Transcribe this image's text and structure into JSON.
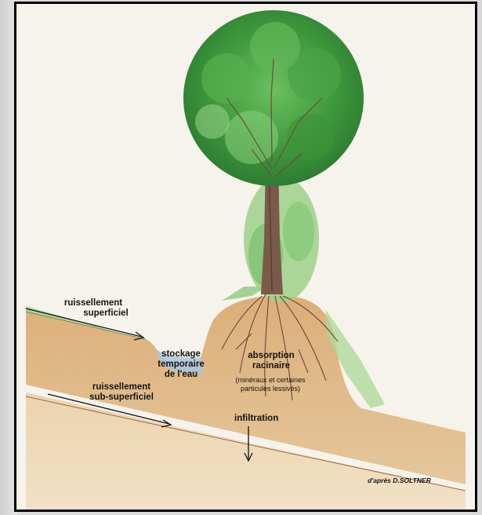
{
  "labels": {
    "ruissellement_superficiel_l1": "ruissellement",
    "ruissellement_superficiel_l2": "superficiel",
    "stockage_l1": "stockage",
    "stockage_l2": "temporaire",
    "stockage_l3": "de l'eau",
    "absorption_l1": "absorption",
    "absorption_l2": "racinaire",
    "absorption_note_l1": "(minéraux et certaines",
    "absorption_note_l2": "particules lessivés)",
    "ruissellement_sub_l1": "ruissellement",
    "ruissellement_sub_l2": "sub-superficiel",
    "infiltration": "infiltration",
    "credit": "d'après D.SOLTNER"
  },
  "colors": {
    "border": "#000000",
    "paper": "#f6f3ec",
    "soil": "#d9b07f",
    "soil_dark": "#c08a55",
    "foliage": "#3f9a3c",
    "foliage_light": "#8fd07f",
    "trunk": "#7a5a48",
    "water": "#a9c6dc"
  }
}
